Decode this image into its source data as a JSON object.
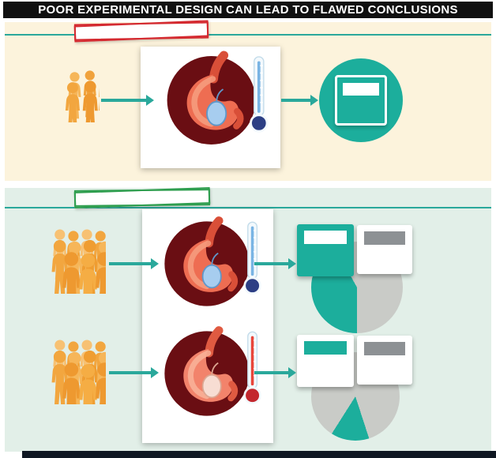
{
  "header": {
    "title": "POOR EXPERIMENTAL DESIGN CAN LEAD TO FLAWED CONCLUSIONS"
  },
  "flawed_panel": {
    "banner_text": "",
    "result_card": {
      "bg": "#1cae9c",
      "band": "#ffffff"
    }
  },
  "controlled_panel": {
    "banner_text": "",
    "rows": [
      {
        "cards": [
          {
            "bg": "#1cae9c",
            "band": "#ffffff"
          },
          {
            "bg": "#ffffff",
            "band": "#8d9194"
          }
        ],
        "pie": {
          "from": 180,
          "value_pct": 42,
          "color": "#1cae9c",
          "rest": "#c9cbc7"
        }
      },
      {
        "cards": [
          {
            "bg": "#ffffff",
            "band": "#1cae9c"
          },
          {
            "bg": "#ffffff",
            "band": "#8d9194"
          }
        ],
        "pie": {
          "from": 162,
          "value_pct": 14,
          "color": "#1cae9c",
          "rest": "#c9cbc7"
        }
      }
    ]
  },
  "icons": {
    "group": "crowd-of-people-icon",
    "treatment_cold": "stomach-with-cold-thermometer-icon",
    "treatment_warm": "stomach-with-warm-thermometer-icon",
    "result": "survey-card-icon",
    "chart": "pie-chart-icon"
  },
  "colors": {
    "teal": "#1cae9c",
    "arrow": "#2aa89b",
    "orange_people": "#f2a63f",
    "maroon_circle": "#6a0e13",
    "cream_panel": "#fcf3dc",
    "mint_panel": "#e2efe8",
    "banner_red": "#d42a30",
    "banner_green": "#2f9e4f",
    "gray_band": "#8d9194",
    "pie_gray": "#c9cbc7",
    "header_bg": "#101010"
  }
}
